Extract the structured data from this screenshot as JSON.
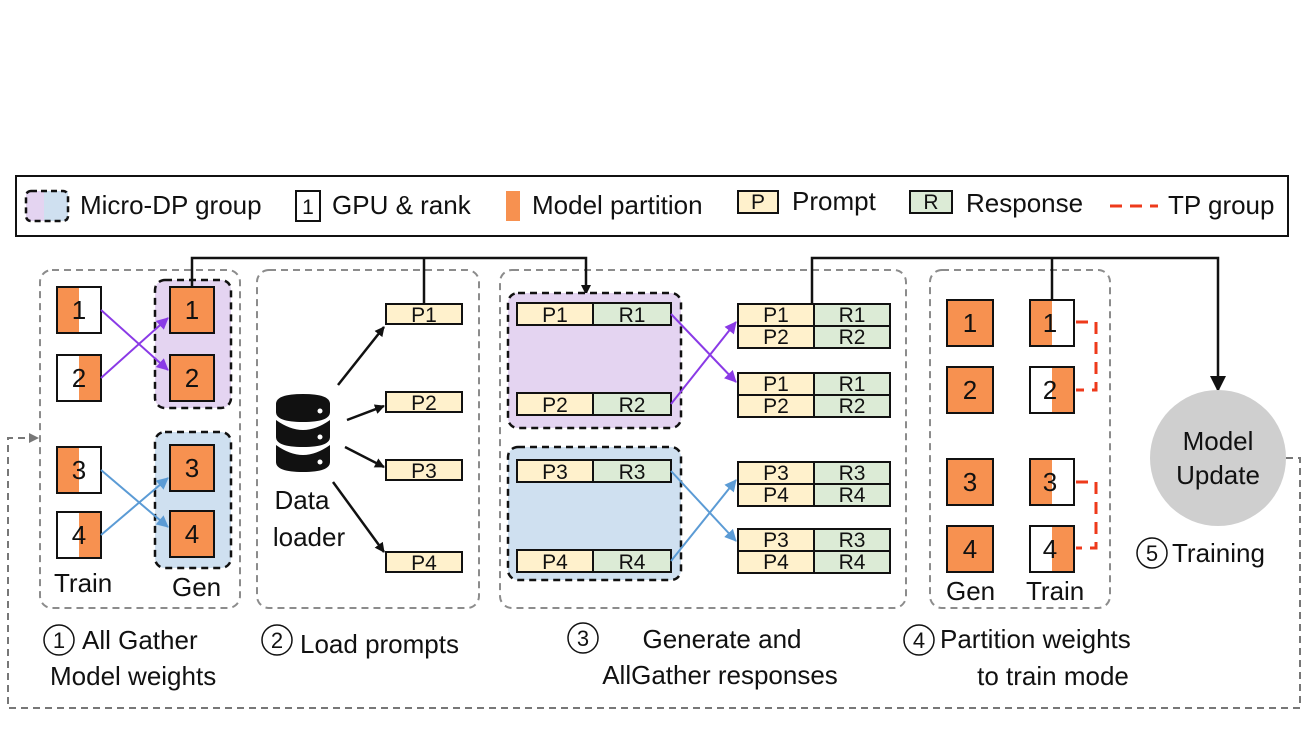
{
  "legend": {
    "micro_dp_group": "Micro-DP group",
    "gpu_rank_glyph": "1",
    "gpu_rank": "GPU & rank",
    "model_partition": "Model partition",
    "prompt_glyph": "P",
    "prompt": "Prompt",
    "response_glyph": "R",
    "response": "Response",
    "tp_group": "TP group"
  },
  "colors": {
    "orange": "#f79150",
    "prompt_fill": "#fff1cc",
    "response_fill": "#dcebd6",
    "purple_fill": "#e4d4f1",
    "blue_fill": "#cfe0f0",
    "purple_arrow": "#8a3ae6",
    "blue_arrow": "#5b9bd5",
    "tp_red": "#ee3a1b",
    "update_circle": "#cfcfcf"
  },
  "stage1": {
    "train_label": "Train",
    "gen_label": "Gen",
    "train_gpus": [
      "1",
      "2",
      "3",
      "4"
    ],
    "gen_gpus": [
      "1",
      "2",
      "3",
      "4"
    ],
    "caption_num": "1",
    "caption_line1": "All Gather",
    "caption_line2": "Model weights"
  },
  "stage2": {
    "loader_line1": "Data",
    "loader_line2": "loader",
    "prompts": [
      "P1",
      "P2",
      "P3",
      "P4"
    ],
    "caption_num": "2",
    "caption": "Load prompts"
  },
  "stage3": {
    "groups": [
      {
        "rows": [
          {
            "p": "P1",
            "r": "R1"
          },
          {
            "p": "P2",
            "r": "R2"
          }
        ]
      },
      {
        "rows": [
          {
            "p": "P3",
            "r": "R3"
          },
          {
            "p": "P4",
            "r": "R4"
          }
        ]
      }
    ],
    "gathered": [
      [
        {
          "p": "P1",
          "r": "R1"
        },
        {
          "p": "P2",
          "r": "R2"
        }
      ],
      [
        {
          "p": "P1",
          "r": "R1"
        },
        {
          "p": "P2",
          "r": "R2"
        }
      ],
      [
        {
          "p": "P3",
          "r": "R3"
        },
        {
          "p": "P4",
          "r": "R4"
        }
      ],
      [
        {
          "p": "P3",
          "r": "R3"
        },
        {
          "p": "P4",
          "r": "R4"
        }
      ]
    ],
    "caption_num": "3",
    "caption_line1": "Generate and",
    "caption_line2": "AllGather responses"
  },
  "stage4": {
    "gen_label": "Gen",
    "train_label": "Train",
    "gen_gpus": [
      "1",
      "2",
      "3",
      "4"
    ],
    "train_gpus": [
      "1",
      "2",
      "3",
      "4"
    ],
    "caption_num": "4",
    "caption_line1": "Partition weights",
    "caption_line2": "to train mode"
  },
  "stage5": {
    "update_line1": "Model",
    "update_line2": "Update",
    "caption_num": "5",
    "caption": "Training"
  }
}
